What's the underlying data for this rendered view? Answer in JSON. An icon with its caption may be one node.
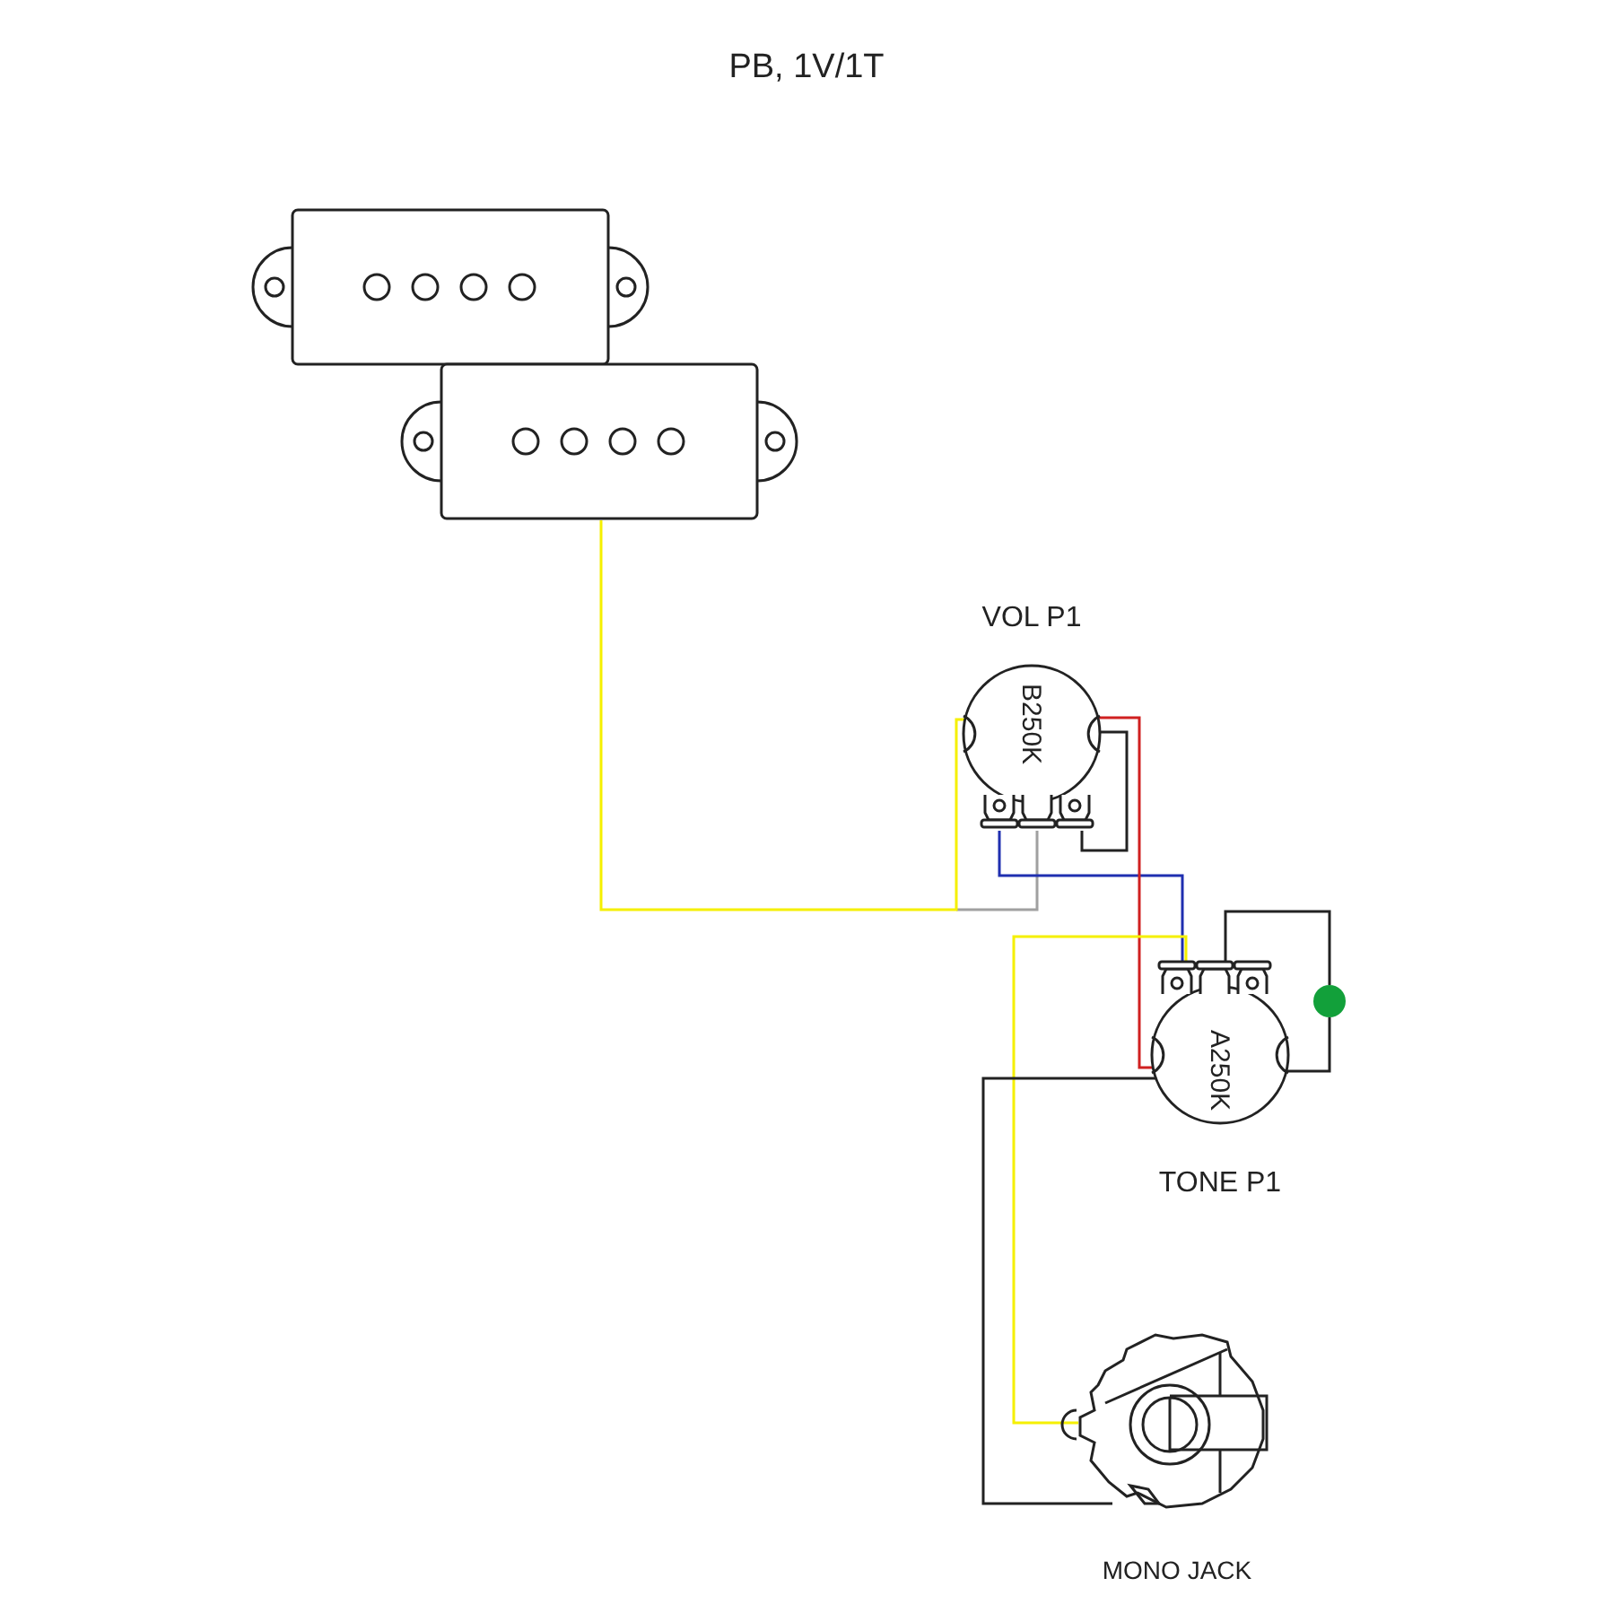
{
  "diagram": {
    "title": "PB, 1V/1T",
    "nodes": [
      {
        "text": [],
        "shape": "box"
      },
      {
        "text": [],
        "shape": "box"
      },
      {
        "text": [
          "VOL P1",
          "B250K"
        ]
      },
      {
        "text": [
          "A250K",
          "TONE P1"
        ]
      },
      {
        "text": [],
        "shape": "circle"
      },
      {
        "text": [
          "MONO JACK"
        ]
      }
    ],
    "edges": [
      {
        "from": 1,
        "to": 2,
        "arrow": "none",
        "color": "#f5f000"
      },
      {
        "from": 2,
        "to": 3,
        "arrow": "none",
        "color": "#1f2fb0"
      },
      {
        "from": 2,
        "to": 3,
        "arrow": "none",
        "color": "#d02020"
      },
      {
        "from": 3,
        "to": 5,
        "arrow": "none",
        "color": "#f5f000"
      },
      {
        "from": 3,
        "to": 5,
        "arrow": "none"
      },
      {
        "from": 3,
        "to": 4,
        "arrow": "none"
      },
      {
        "from": 4,
        "to": 3,
        "arrow": "none"
      }
    ]
  }
}
